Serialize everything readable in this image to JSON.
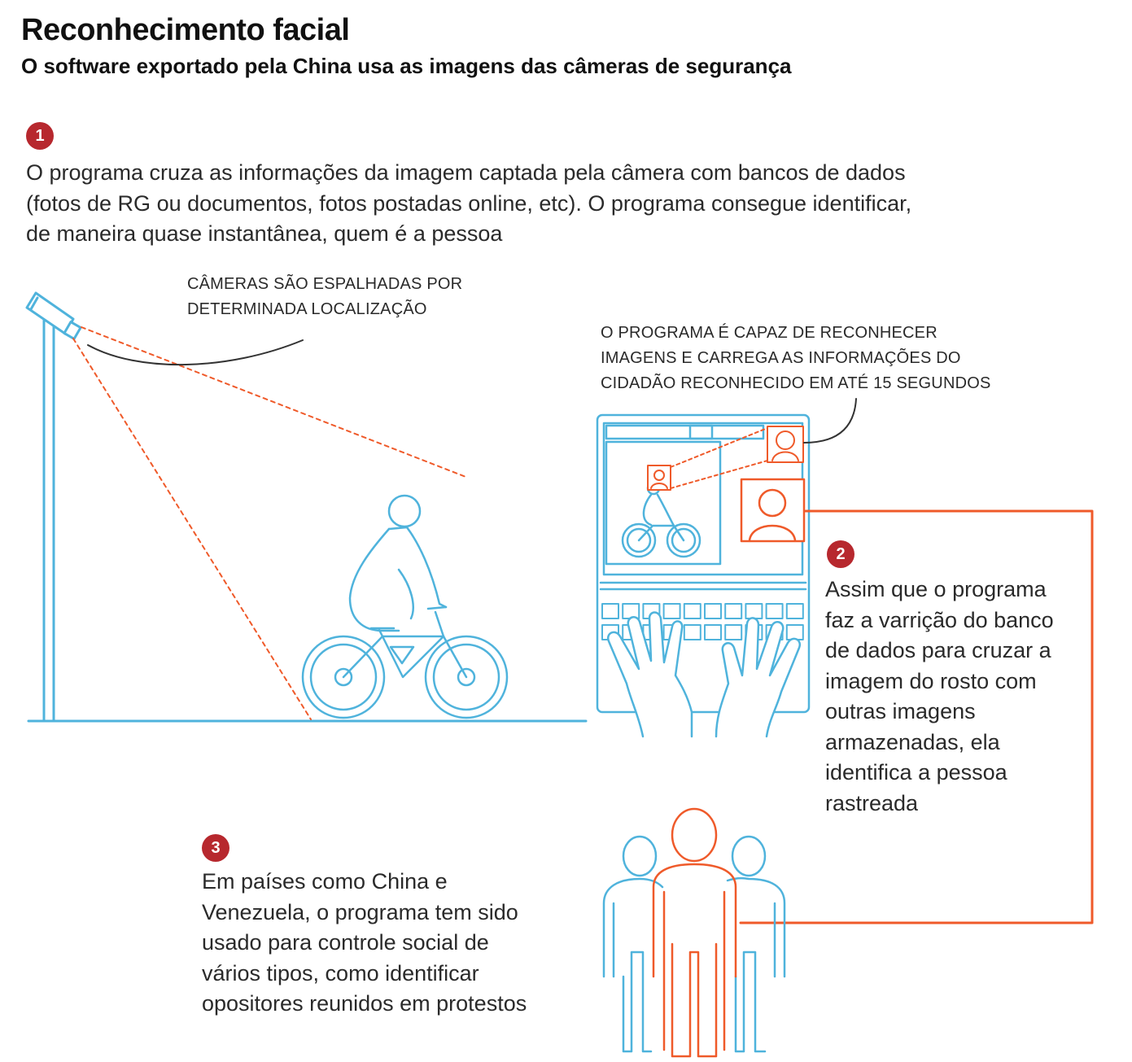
{
  "header": {
    "title": "Reconhecimento facial",
    "subtitle": "O software exportado pela China usa as imagens das câmeras de segurança"
  },
  "steps": [
    {
      "number": "1",
      "lines": [
        "O programa cruza as informações da imagem captada pela câmera com bancos de dados",
        "(fotos de RG ou documentos, fotos postadas online, etc). O programa consegue identificar,",
        "de maneira quase instantânea, quem é a pessoa"
      ]
    },
    {
      "number": "2",
      "lines": [
        "Assim que o programa",
        "faz a varrição do banco",
        "de dados para cruzar a",
        "imagem do rosto com",
        "outras imagens",
        "armazenadas, ela",
        "identifica a pessoa",
        "rastreada"
      ]
    },
    {
      "number": "3",
      "lines": [
        "Em países como China e",
        "Venezuela, o programa tem sido",
        "usado para controle social de",
        "vários tipos, como identificar",
        "opositores reunidos em protestos"
      ]
    }
  ],
  "annotations": {
    "cameras": [
      "CÂMERAS SÃO ESPALHADAS POR",
      "DETERMINADA LOCALIZAÇÃO"
    ],
    "program": [
      "O PROGRAMA É CAPAZ DE RECONHECER",
      "IMAGENS E CARREGA AS INFORMAÇÕES DO",
      "CIDADÃO RECONHECIDO EM ATÉ 15 SEGUNDOS"
    ]
  },
  "colors": {
    "accent_red": "#b7282e",
    "line_blue": "#4fb3dc",
    "line_orange": "#ef5a2a",
    "text": "#2a2a2a"
  },
  "icons": [
    "security-camera-icon",
    "cyclist-icon",
    "laptop-icon",
    "face-match-icon",
    "people-group-icon"
  ]
}
